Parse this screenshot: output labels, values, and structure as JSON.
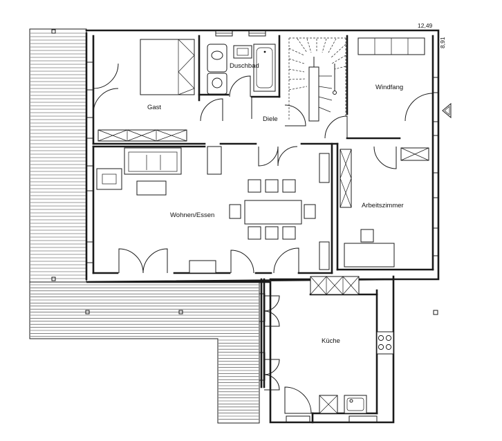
{
  "rooms": {
    "gast": "Gast",
    "duschbad": "Duschbad",
    "diele": "Diele",
    "windfang": "Windfang",
    "wohnen_essen": "Wohnen/Essen",
    "arbeitszimmer": "Arbeitszimmer",
    "kueche": "Küche"
  },
  "dimensions": {
    "width": "12,49",
    "depth": "8,91"
  }
}
